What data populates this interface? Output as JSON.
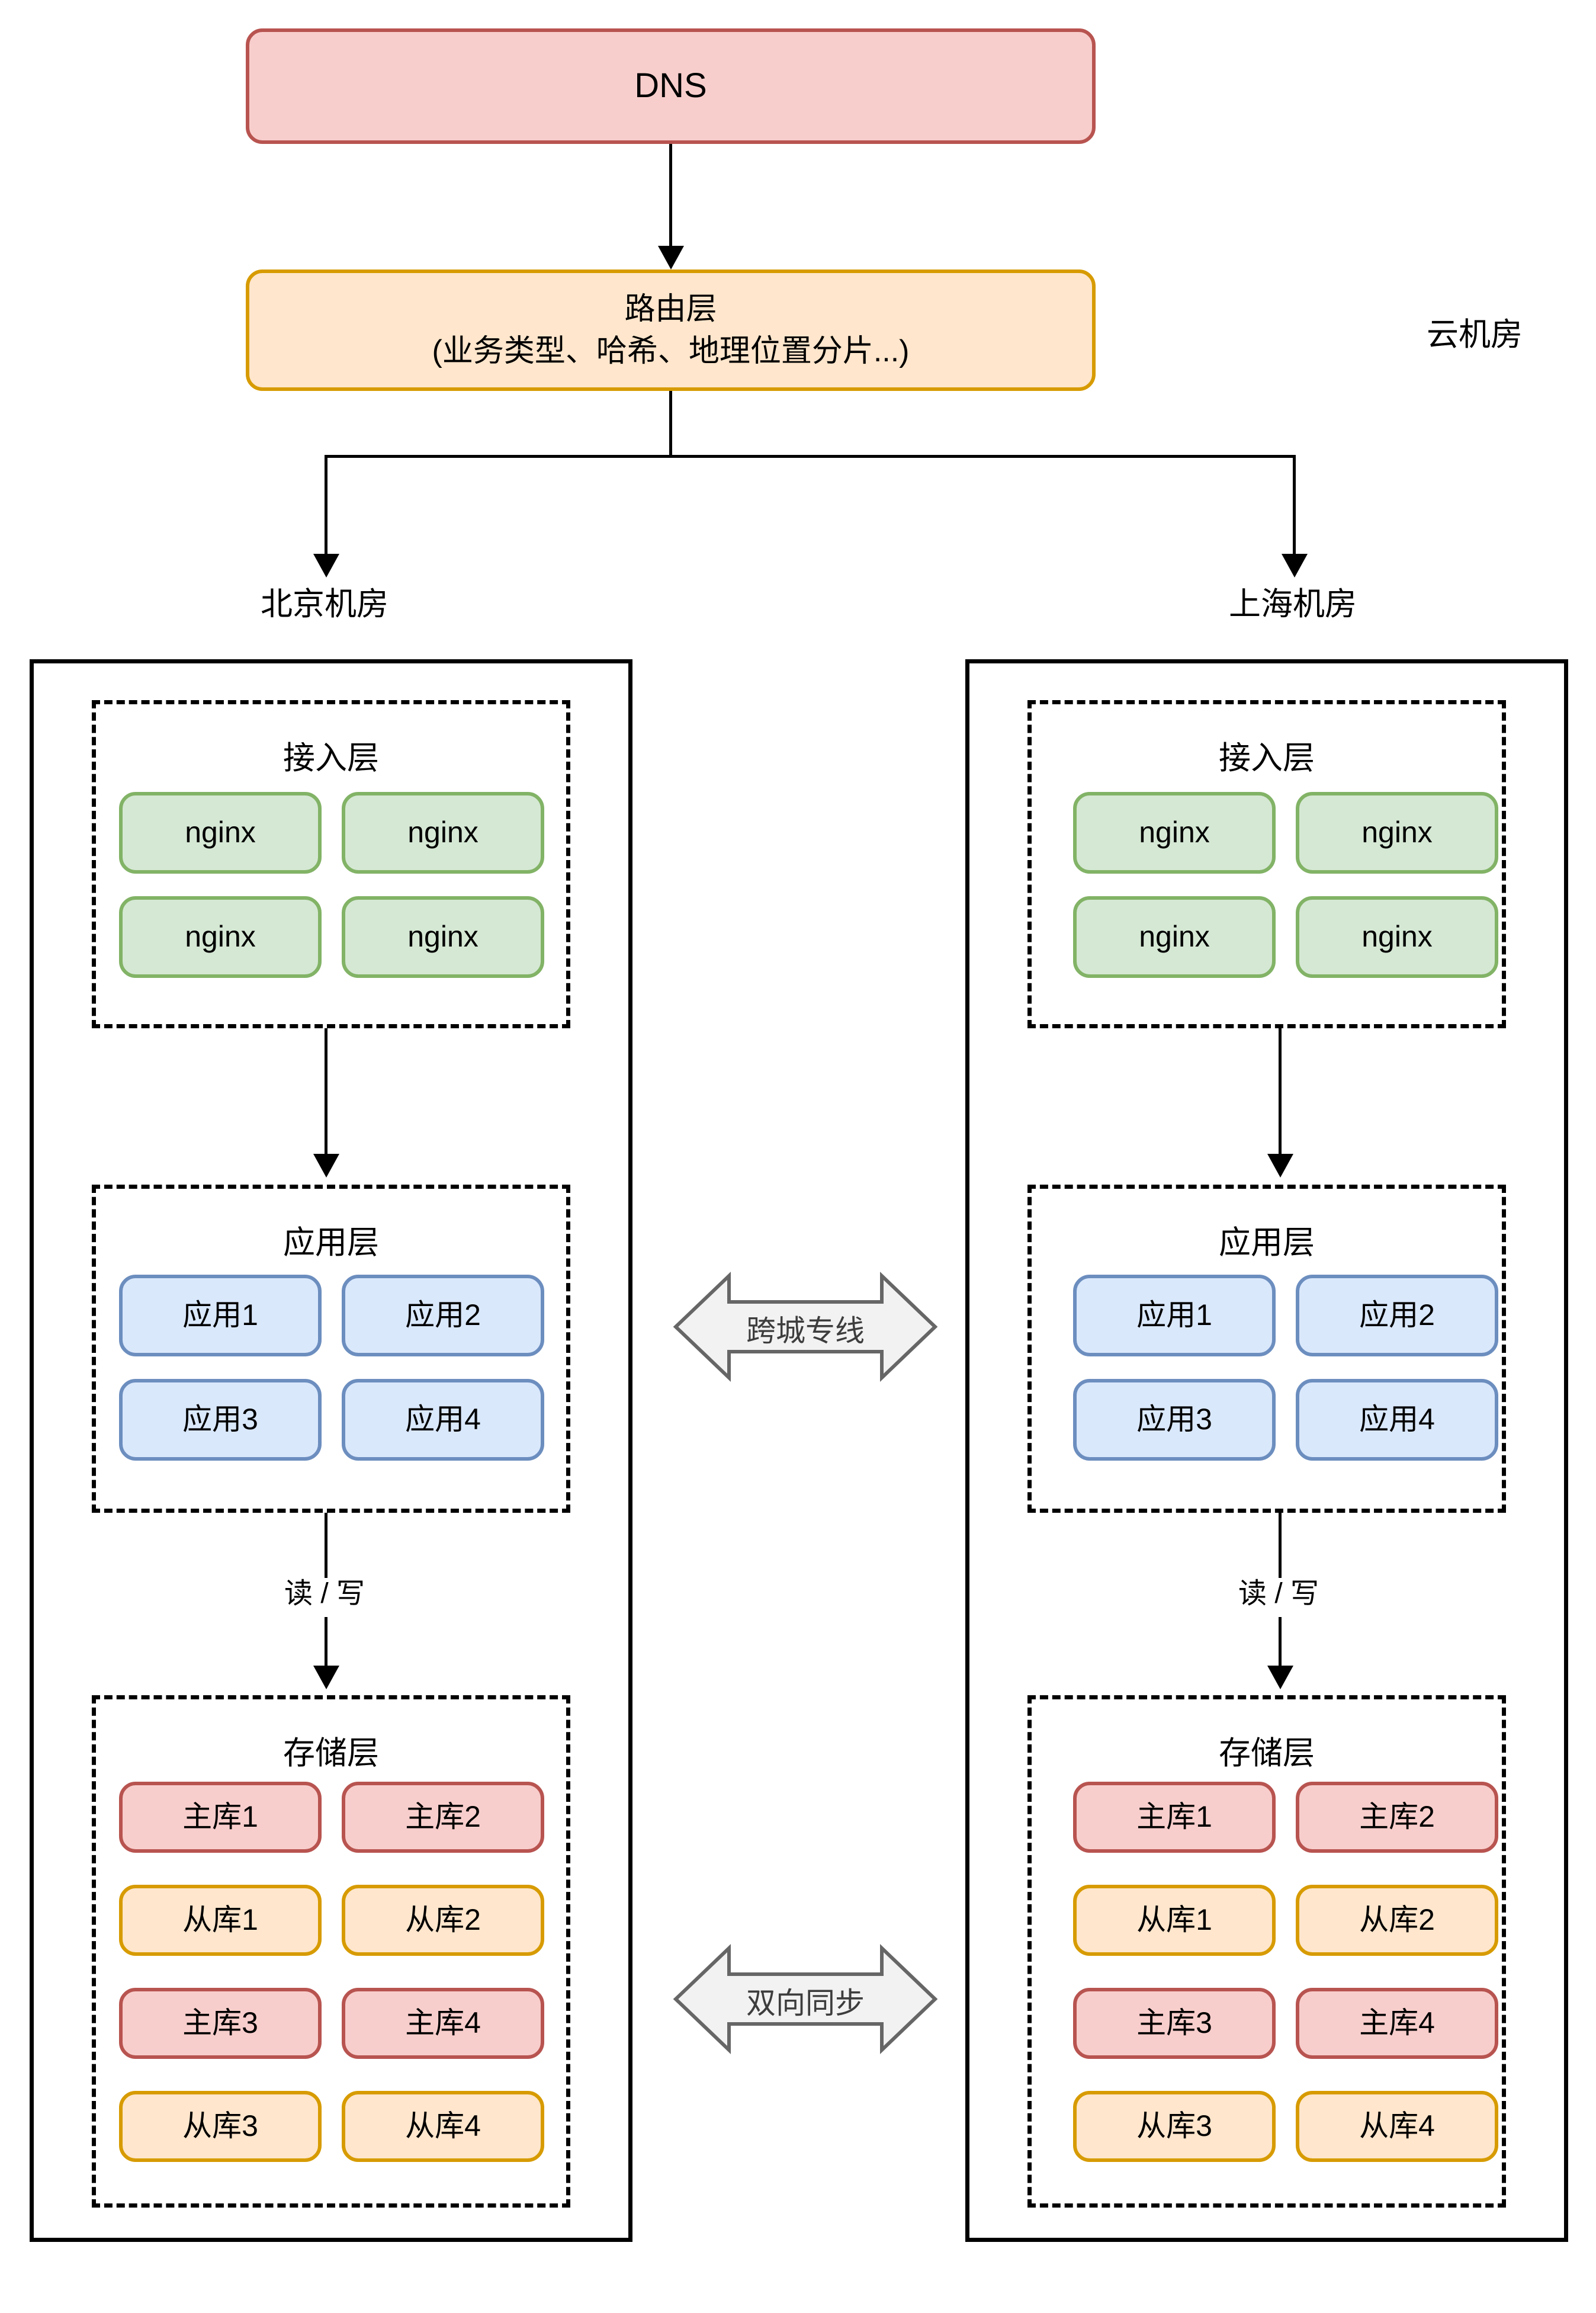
{
  "diagram": {
    "title_nodes": {
      "dns": "DNS",
      "routing_layer_line1": "路由层",
      "routing_layer_line2": "(业务类型、哈希、地理位置分片...)",
      "cloud_dc": "云机房"
    },
    "datacenters": [
      {
        "id": "beijing",
        "label": "北京机房",
        "layers": [
          {
            "id": "access",
            "title": "接入层",
            "nodes": [
              "nginx",
              "nginx",
              "nginx",
              "nginx"
            ],
            "style": "green"
          },
          {
            "id": "app",
            "title": "应用层",
            "nodes": [
              "应用1",
              "应用2",
              "应用3",
              "应用4"
            ],
            "style": "blue"
          },
          {
            "id": "storage",
            "title": "存储层",
            "nodes": [
              "主库1",
              "主库2",
              "从库1",
              "从库2",
              "主库3",
              "主库4",
              "从库3",
              "从库4"
            ],
            "styles": [
              "red",
              "red",
              "orange",
              "orange",
              "red",
              "red",
              "orange",
              "orange"
            ]
          }
        ],
        "rw_label": "读 / 写"
      },
      {
        "id": "shanghai",
        "label": "上海机房",
        "layers": [
          {
            "id": "access",
            "title": "接入层",
            "nodes": [
              "nginx",
              "nginx",
              "nginx",
              "nginx"
            ],
            "style": "green"
          },
          {
            "id": "app",
            "title": "应用层",
            "nodes": [
              "应用1",
              "应用2",
              "应用3",
              "应用4"
            ],
            "style": "blue"
          },
          {
            "id": "storage",
            "title": "存储层",
            "nodes": [
              "主库1",
              "主库2",
              "从库1",
              "从库2",
              "主库3",
              "主库4",
              "从库3",
              "从库4"
            ],
            "styles": [
              "red",
              "red",
              "orange",
              "orange",
              "red",
              "red",
              "orange",
              "orange"
            ]
          }
        ],
        "rw_label": "读 / 写"
      }
    ],
    "cross_links": [
      {
        "id": "app-link",
        "label": "跨城专线"
      },
      {
        "id": "db-link",
        "label": "双向同步"
      }
    ],
    "colors": {
      "red_fill": "#f8cecc",
      "red_border": "#b85450",
      "orange_fill": "#ffe6cc",
      "orange_border": "#d79b00",
      "green_fill": "#d5e8d4",
      "green_border": "#82b366",
      "blue_fill": "#dae8fc",
      "blue_border": "#6c8ebf",
      "arrow_gray_fill": "#f2f2f2",
      "arrow_gray_border": "#666666",
      "line": "#000000"
    }
  }
}
